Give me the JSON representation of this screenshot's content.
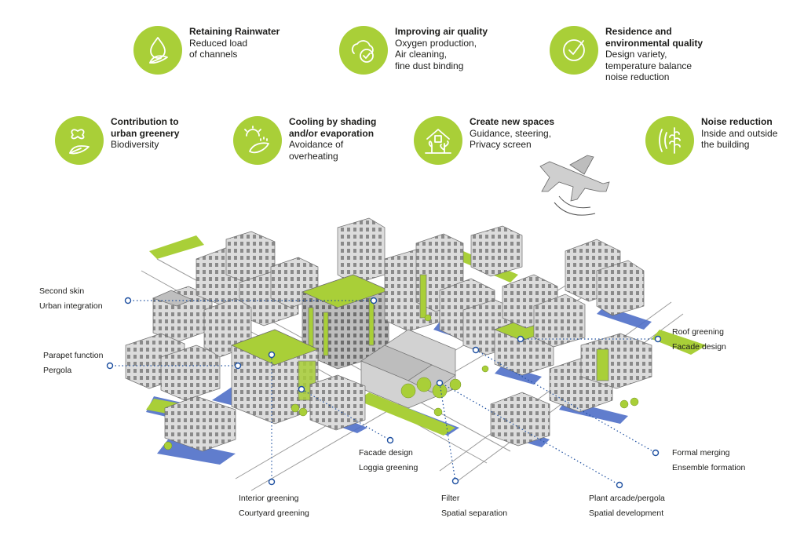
{
  "benefits": [
    {
      "title": "Retaining Rainwater",
      "desc": "Reduced load\nof channels",
      "icon": "water-drop-leaf-icon"
    },
    {
      "title": "Improving air quality",
      "desc": "Oxygen production,\nAir cleaning,\nfine dust binding",
      "icon": "cloud-check-icon"
    },
    {
      "title": "Residence and\nenvironmental quality",
      "desc": "Design variety,\ntemperature balance\nnoise reduction",
      "icon": "checkmark-icon"
    },
    {
      "title": "Contribution to\nurban greenery",
      "desc": "Biodiversity",
      "icon": "butterfly-leaf-icon"
    },
    {
      "title": "Cooling by shading\nand/or evaporation",
      "desc": "Avoidance of\noverheating",
      "icon": "sun-leaf-icon"
    },
    {
      "title": "Create new spaces",
      "desc": "Guidance, steering,\nPrivacy screen",
      "icon": "house-plants-icon"
    },
    {
      "title": "Noise reduction",
      "desc": "Inside and outside\nthe building",
      "icon": "sound-waves-plant-icon"
    }
  ],
  "callouts": {
    "second_skin": [
      "Second skin",
      "Urban integration"
    ],
    "parapet": [
      "Parapet function",
      "Pergola"
    ],
    "roof": [
      "Roof greening",
      "Facade design"
    ],
    "formal": [
      "Formal merging",
      "Ensemble formation"
    ],
    "facade_loggia": [
      "Facade design",
      "Loggia greening"
    ],
    "interior": [
      "Interior greening",
      "Courtyard greening"
    ],
    "filter": [
      "Filter",
      "Spatial separation"
    ],
    "plant_arcade": [
      "Plant arcade/pergola",
      "Spatial development"
    ]
  },
  "colors": {
    "green": "#a9cf38",
    "blue": "#1d4fa0",
    "shadow": "#4f6fc8",
    "building": "#d7d7d7"
  }
}
